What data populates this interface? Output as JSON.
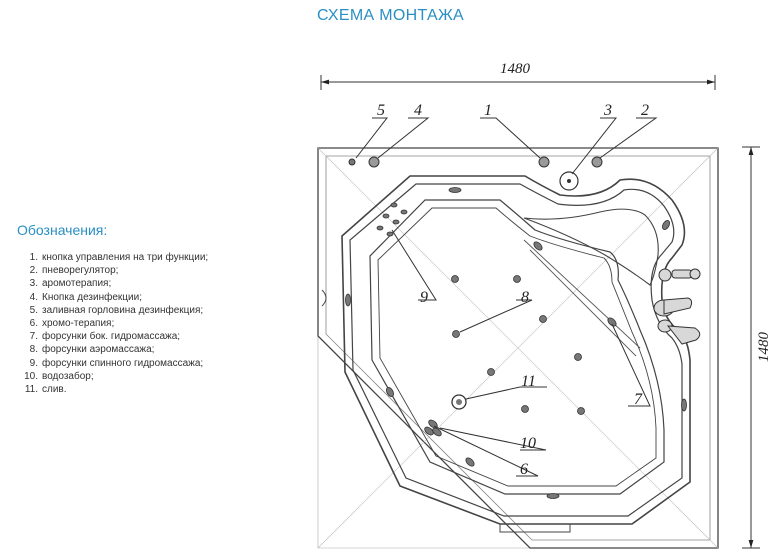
{
  "header": {
    "title": "СХЕМА МОНТАЖА"
  },
  "legend": {
    "title": "Обозначения:",
    "items": [
      {
        "num": "1.",
        "text": "кнопка управления на три функции;"
      },
      {
        "num": "2.",
        "text": "пневорегулятор;"
      },
      {
        "num": "3.",
        "text": "аромотерапия;"
      },
      {
        "num": "4.",
        "text": "Кнопка дезинфекции;"
      },
      {
        "num": "5.",
        "text": "заливная горловина дезинфекция;"
      },
      {
        "num": "6.",
        "text": "хромо-терапия;"
      },
      {
        "num": "7.",
        "text": "форсунки бок. гидромассажа;"
      },
      {
        "num": "8.",
        "text": "форсунки аэромассажа;"
      },
      {
        "num": "9.",
        "text": "форсунки спинного гидромассажа;"
      },
      {
        "num": "10.",
        "text": "водозабор;"
      },
      {
        "num": "11.",
        "text": "слив."
      }
    ]
  },
  "drawing": {
    "dim_horizontal": "1480",
    "dim_vertical": "1480",
    "callouts": {
      "c1": "1",
      "c2": "2",
      "c3": "3",
      "c4": "4",
      "c5": "5",
      "c6": "6",
      "c7": "7",
      "c8": "8",
      "c9": "9",
      "c10": "10",
      "c11": "11"
    }
  }
}
